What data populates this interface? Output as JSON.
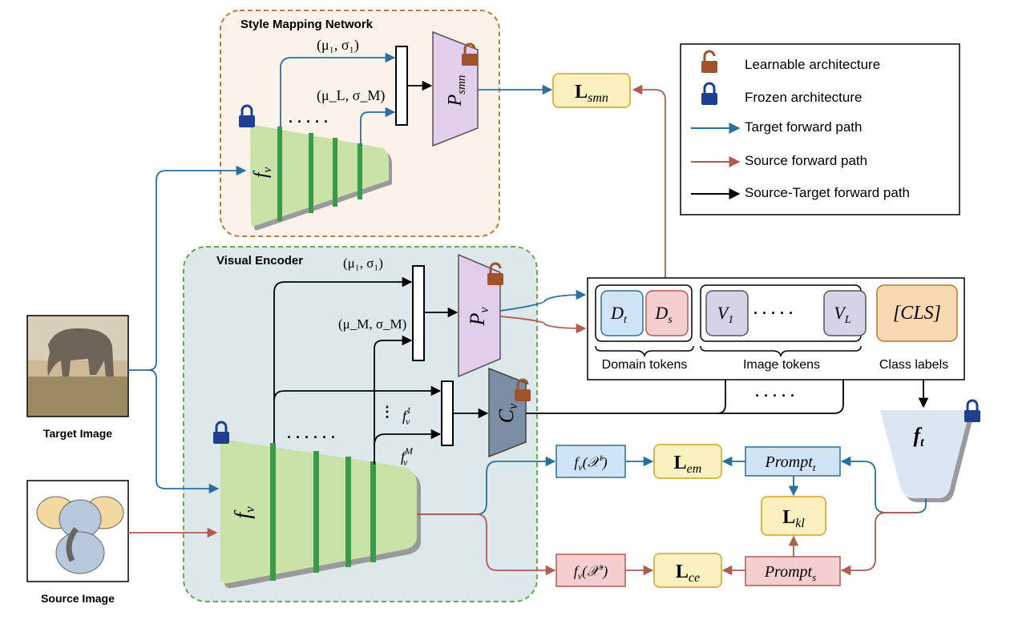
{
  "style_mapping": {
    "title": "Style Mapping Network",
    "stat_top": "(μ₁, σ₁)",
    "stat_bottom": "(μ_L, σ_M)",
    "encoder_label": "f",
    "encoder_sub": "v",
    "projector_label": "P",
    "projector_sub": "smn",
    "dots": "· · · · ·"
  },
  "visual_encoder": {
    "title": "Visual Encoder",
    "stat_top": "(μ₁, σ₁)",
    "stat_bottom": "(μ_M, σ_M)",
    "encoder_label": "f",
    "encoder_sub": "v",
    "projector_label": "P",
    "projector_sub": "v",
    "classifier_label": "C",
    "classifier_sub": "v",
    "feat_top": "f",
    "feat_top_sup": "1",
    "feat_top_sub": "v",
    "feat_bottom": "f",
    "feat_bottom_sup": "M",
    "feat_bottom_sub": "v",
    "dots": "· · · · · ·",
    "vdots": "⋮"
  },
  "images": {
    "target_label": "Target Image",
    "source_label": "Source Image"
  },
  "losses": {
    "smn": "L",
    "smn_sub": "smn",
    "em": "L",
    "em_sub": "em",
    "kl": "L",
    "kl_sub": "kl",
    "ce": "L",
    "ce_sub": "ce"
  },
  "features": {
    "target": "f",
    "target_sub": "v",
    "target_arg": "(𝒳",
    "target_sup": "t",
    "source": "f",
    "source_sub": "v",
    "source_arg": "(𝒳",
    "source_sup": "s",
    "close": ")"
  },
  "prompts": {
    "target": "Prompt",
    "target_sub": "t",
    "source": "Prompt",
    "source_sub": "s"
  },
  "tokens": {
    "dt": "D",
    "dt_sub": "t",
    "ds": "D",
    "ds_sub": "s",
    "v1": "V",
    "v1_sub": "1",
    "vl": "V",
    "vl_sub": "L",
    "cls": "[CLS]",
    "dots": "· · · · ·",
    "domain_label": "Domain tokens",
    "image_label": "Image tokens",
    "class_label": "Class labels"
  },
  "text_encoder": {
    "label": "f",
    "sub": "t"
  },
  "legend": {
    "learnable": "Learnable architecture",
    "frozen": "Frozen architecture",
    "target_path": "Target forward path",
    "source_path": "Source forward path",
    "st_path": "Source-Target forward path"
  },
  "colors": {
    "target_path": "#2b6f9e",
    "source_path": "#b05a52",
    "st_path": "#000000",
    "encoder_fill": "#c8e2a8",
    "encoder_bar": "#3a9a4a",
    "projector_fill": "#e2cdea",
    "classifier_fill": "#7b8ea3",
    "loss_fill": "#fbf0c0",
    "loss_stroke": "#d9b74a",
    "target_box": "#cfe5f7",
    "source_box": "#f5cfd0",
    "lock_learnable": "#a0522d",
    "lock_frozen": "#1f3f8f",
    "smn_region": "#fbf2e9",
    "ve_region": "#dde8ea"
  }
}
